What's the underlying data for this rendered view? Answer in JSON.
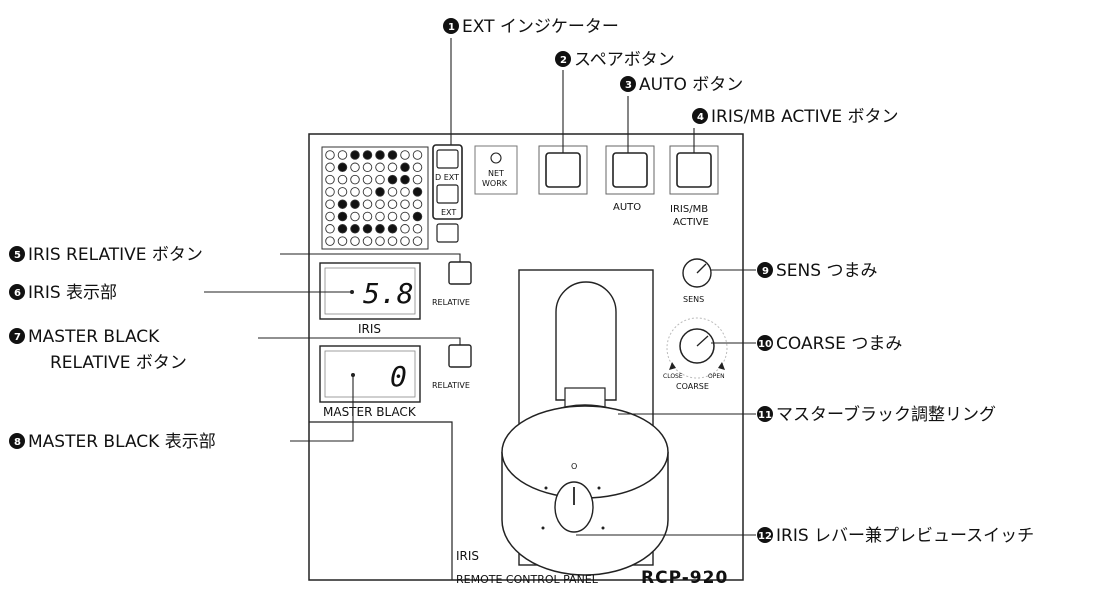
{
  "callouts": [
    {
      "num": "1",
      "text": "EXT インジケーター"
    },
    {
      "num": "2",
      "text": "スペアボタン"
    },
    {
      "num": "3",
      "text": "AUTO ボタン"
    },
    {
      "num": "4",
      "text": "IRIS/MB ACTIVE ボタン"
    },
    {
      "num": "5",
      "text": "IRIS RELATIVE ボタン"
    },
    {
      "num": "6",
      "text": "IRIS 表示部"
    },
    {
      "num": "7",
      "text": "MASTER BLACK",
      "text2": "RELATIVE ボタン"
    },
    {
      "num": "8",
      "text": "MASTER BLACK 表示部"
    },
    {
      "num": "9",
      "text": "SENS つまみ"
    },
    {
      "num": "10",
      "text": "COARSE つまみ"
    },
    {
      "num": "11",
      "text": "マスターブラック調整リング"
    },
    {
      "num": "12",
      "text": "IRIS レバー兼プレビュースイッチ"
    }
  ],
  "panel": {
    "ext_top_label": "D EXT",
    "ext_label": "EXT",
    "network_label_1": "NET",
    "network_label_2": "WORK",
    "auto_label": "AUTO",
    "irismb_label_1": "IRIS/MB",
    "irismb_label_2": "ACTIVE",
    "relative_label_1": "RELATIVE",
    "relative_label_2": "RELATIVE",
    "iris_display_value": "5.8",
    "iris_display_label": "IRIS",
    "mb_display_value": "0",
    "mb_display_label": "MASTER BLACK",
    "sens_label": "SENS",
    "close_label": "CLOSE",
    "open_label": "OPEN",
    "coarse_label": "COARSE",
    "lever_o_mark": "O",
    "iris_bottom_label": "IRIS",
    "panel_name": "REMOTE CONTROL PANEL",
    "model": "RCP-920"
  }
}
